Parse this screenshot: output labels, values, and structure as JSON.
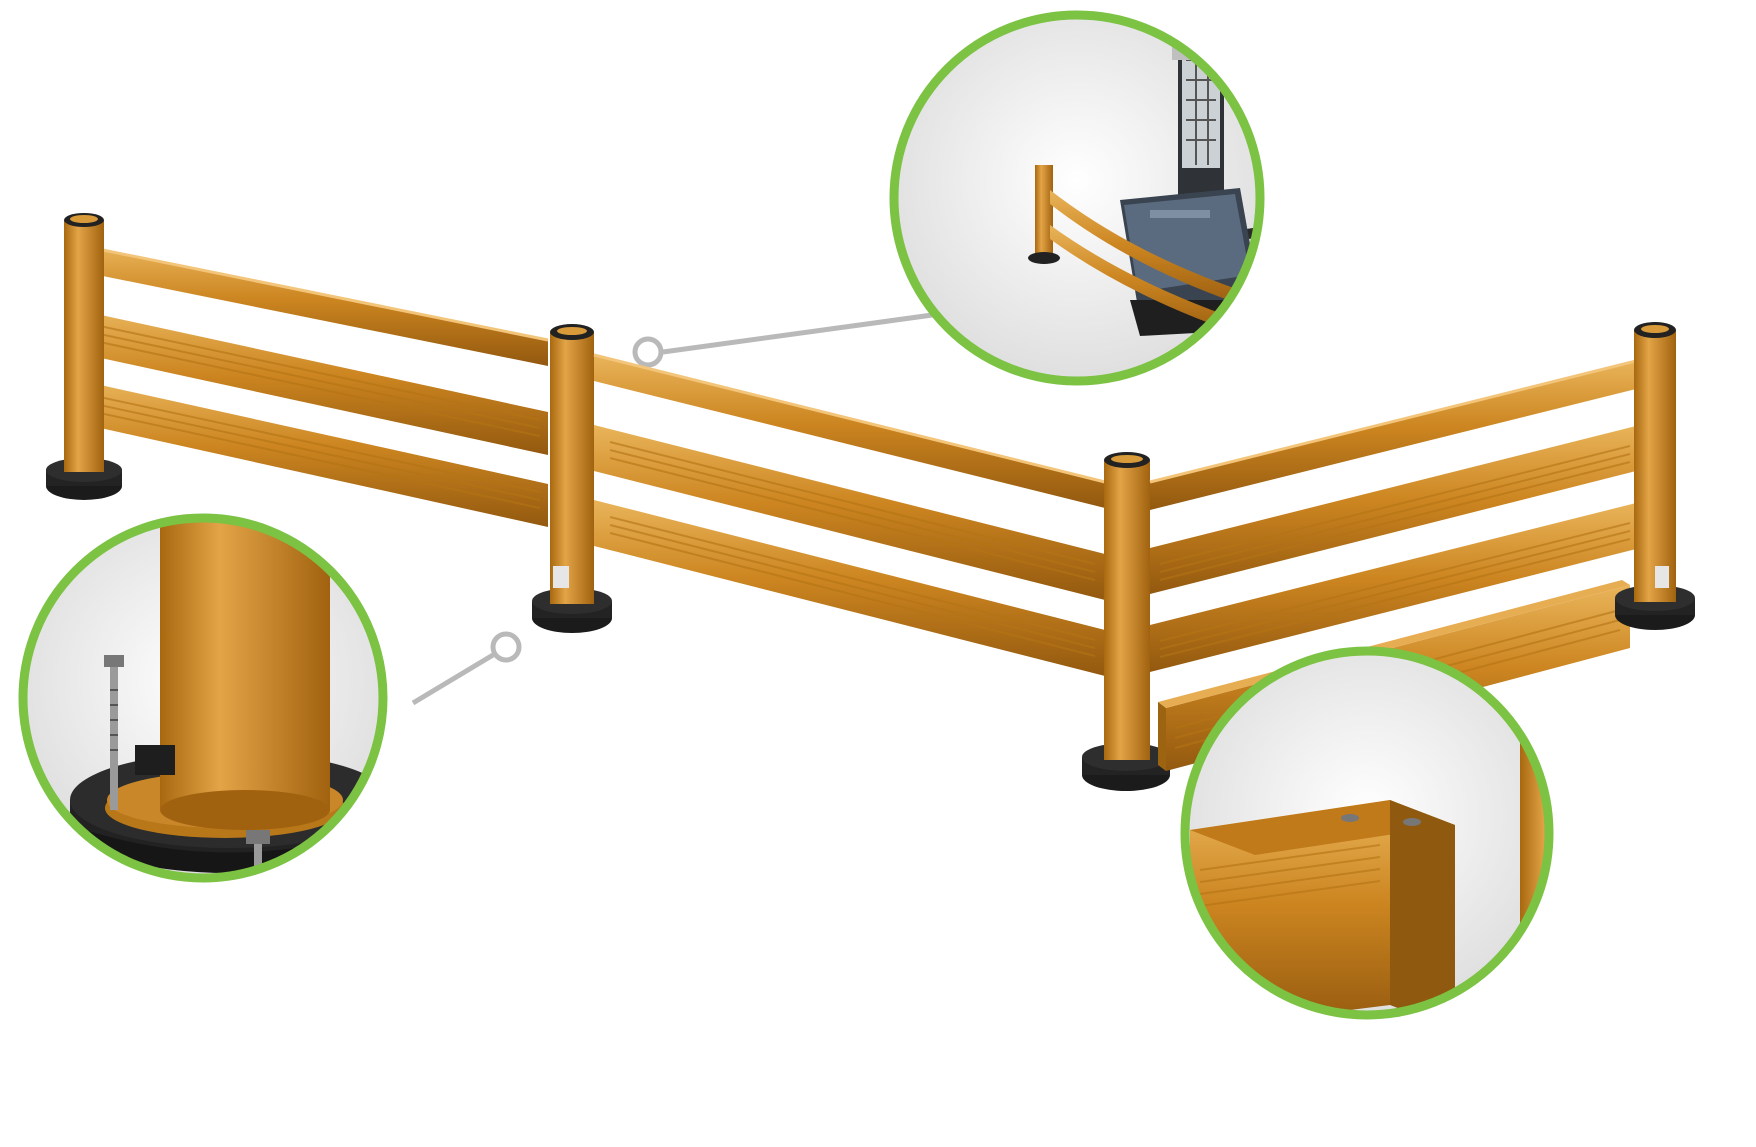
{
  "illustration": {
    "subject": "modular-safety-barrier",
    "colors": {
      "barrier": "#c8811c",
      "barrier_light": "#e2a74a",
      "barrier_dark": "#8f5a10",
      "base": "#1e1e1e",
      "callout_ring": "#7cc243",
      "callout_line": "#b9b9b9"
    },
    "callouts": [
      {
        "id": "forklift-impact",
        "icon": "forklift-impact-detail"
      },
      {
        "id": "anchor-base",
        "icon": "anchor-bolt-base-detail"
      },
      {
        "id": "kerb-rail",
        "icon": "kerb-rail-endcap-detail"
      }
    ]
  }
}
